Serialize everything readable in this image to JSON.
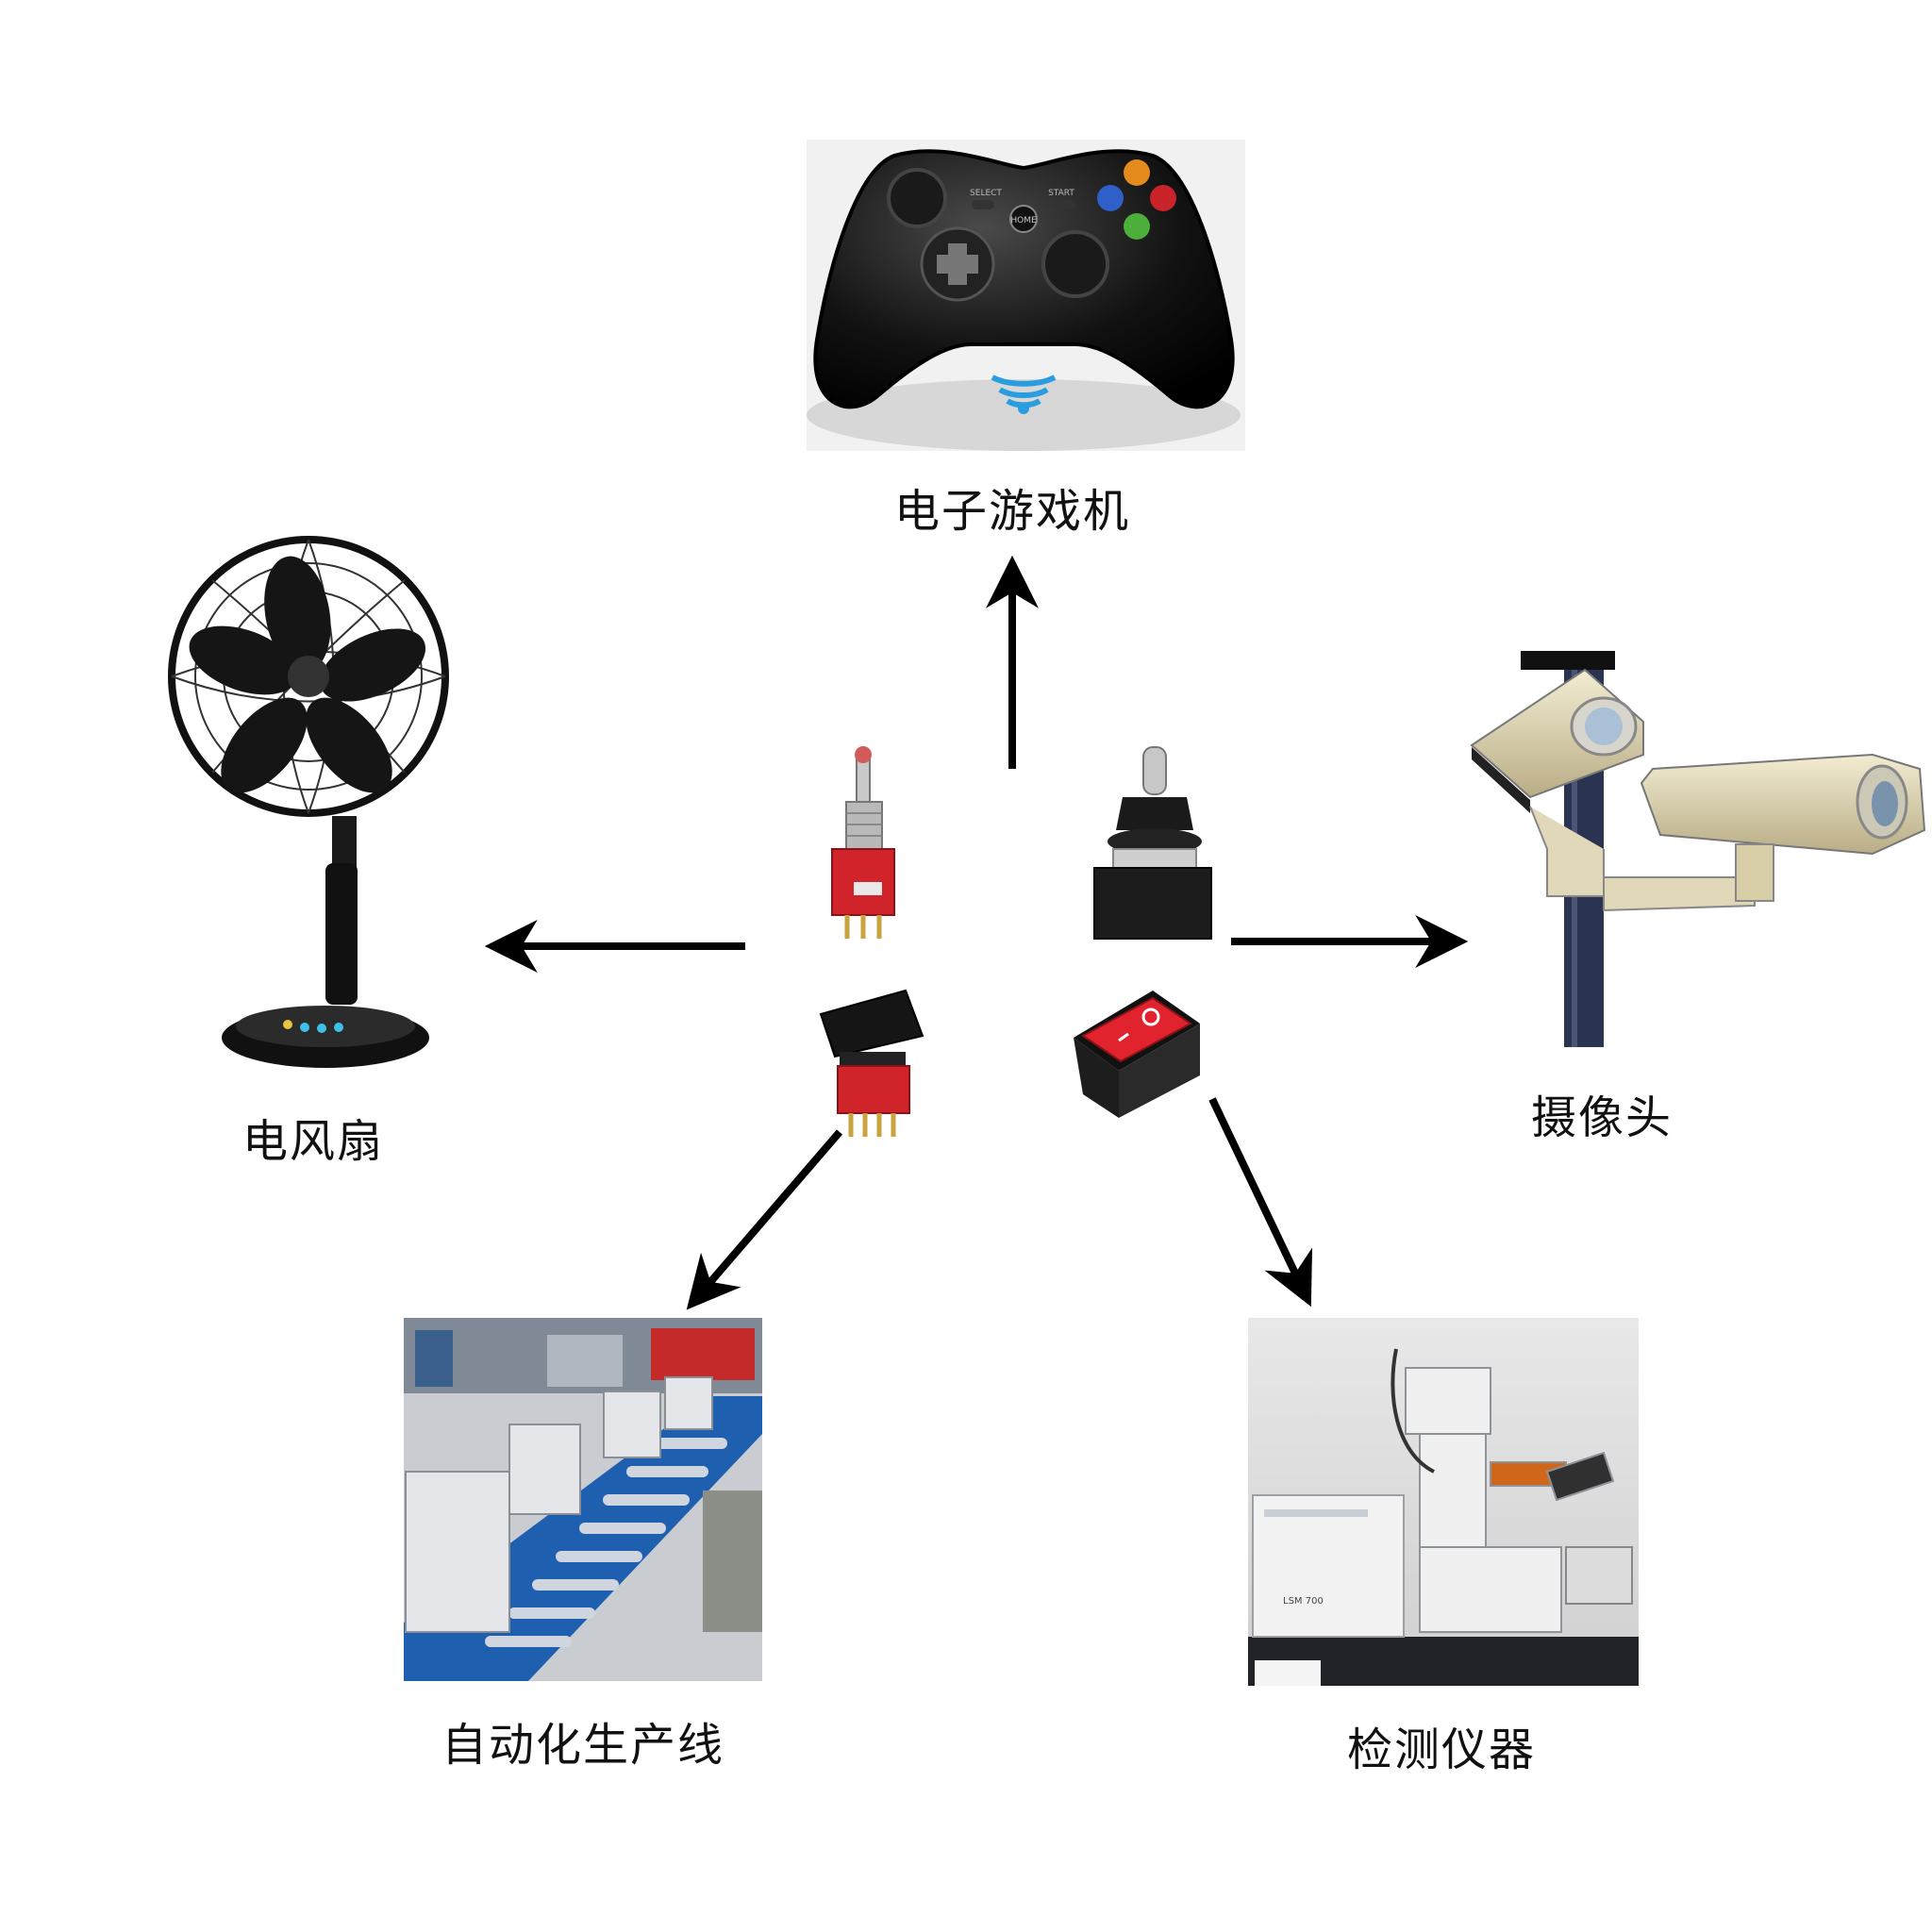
{
  "center": {
    "switches": [
      {
        "name": "mini-toggle-switch-red"
      },
      {
        "name": "sealed-toggle-switch-black"
      },
      {
        "name": "rocker-switch-red-black"
      },
      {
        "name": "rocker-switch-red-lit"
      }
    ]
  },
  "applications": {
    "game_controller": {
      "label": "电子游戏机",
      "icon": "game-controller"
    },
    "electric_fan": {
      "label": "电风扇",
      "icon": "electric-fan"
    },
    "camera": {
      "label": "摄像头",
      "icon": "security-camera"
    },
    "production_line": {
      "label": "自动化生产线",
      "icon": "conveyor-line"
    },
    "instrument": {
      "label": "检测仪器",
      "icon": "microscope"
    }
  },
  "controller_text": {
    "select": "SELECT",
    "start": "START",
    "home": "HOME"
  },
  "instrument_text": {
    "lsm": "LSM 700"
  },
  "colors": {
    "accent_red": "#d1232a",
    "arrow": "#000000",
    "conveyor_blue": "#1f5fb0"
  }
}
